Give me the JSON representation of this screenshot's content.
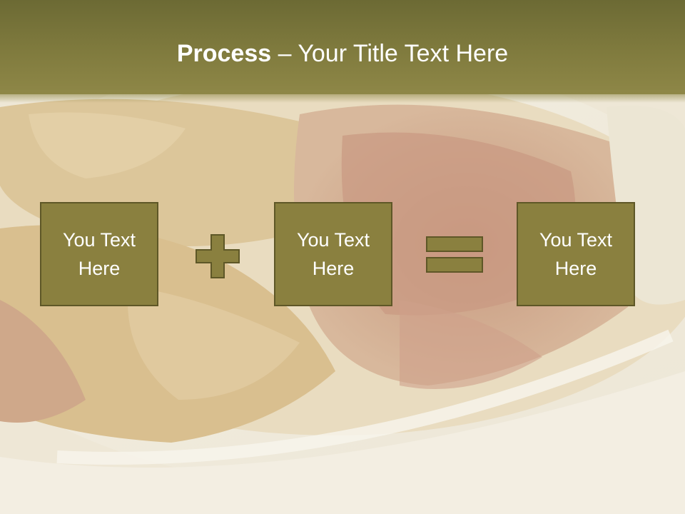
{
  "slide": {
    "title_bold": "Process",
    "title_rest": " – Your Title Text Here",
    "boxes": [
      {
        "text": "You Text Here"
      },
      {
        "text": "You Text Here"
      },
      {
        "text": "You Text Here"
      }
    ],
    "operators": {
      "first": "plus-icon",
      "second": "equals-icon"
    }
  },
  "colors": {
    "title_bar": "#7d7a3c",
    "box_fill": "#8a803f",
    "box_border": "#5e5727",
    "text": "#ffffff"
  }
}
